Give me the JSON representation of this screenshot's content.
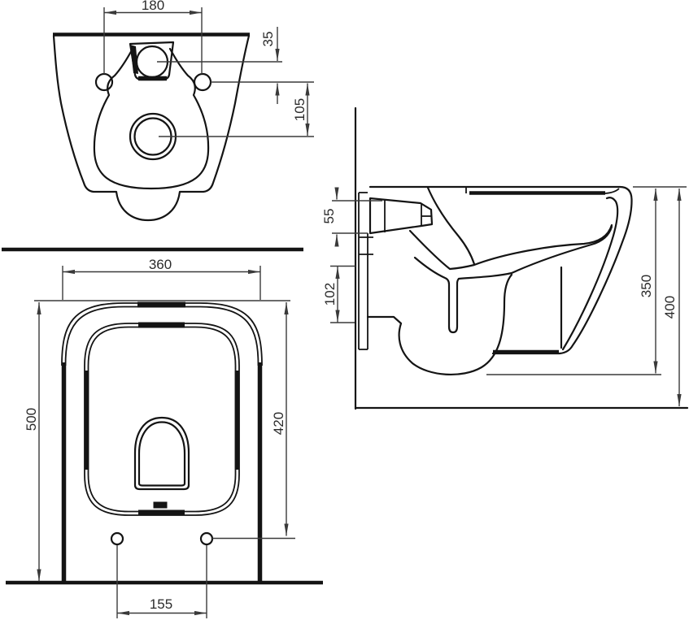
{
  "drawing": {
    "colors": {
      "background": "#ffffff",
      "line": "#141414",
      "dimension_line": "#3a3a3a",
      "text": "#2b2b2b"
    },
    "views": {
      "rear": {
        "dims": {
          "hole_spacing": "180",
          "inlet_to_holes": "35",
          "holes_to_outlet": "105"
        }
      },
      "plan": {
        "dims": {
          "width": "360",
          "depth": "500",
          "seat_hole_depth": "420",
          "seat_hole_spacing": "155"
        }
      },
      "side": {
        "dims": {
          "inlet_pipe_height": "55",
          "outlet_pipe_height": "102",
          "front_height": "350",
          "overall_height": "400"
        }
      }
    }
  }
}
